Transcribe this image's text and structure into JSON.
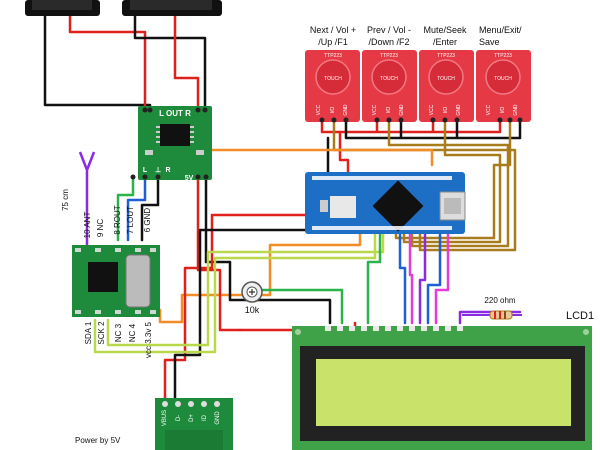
{
  "touch_buttons": [
    {
      "caption_lines": [
        "Next / Vol +",
        "/Up /F1"
      ],
      "chip": "TTP223",
      "pad": "TOUCH",
      "pins": [
        "VCC",
        "I/O",
        "GND"
      ]
    },
    {
      "caption_lines": [
        "Prev / Vol -",
        "/Down /F2"
      ],
      "chip": "TTP223",
      "pad": "TOUCH",
      "pins": [
        "VCC",
        "I/O",
        "GND"
      ]
    },
    {
      "caption_lines": [
        "Mute/Seek",
        "/Enter"
      ],
      "chip": "TTP223",
      "pad": "TOUCH",
      "pins": [
        "VCC",
        "I/O",
        "GND"
      ]
    },
    {
      "caption_lines": [
        "Menu/Exit/",
        "Save"
      ],
      "chip": "TTP223",
      "pad": "TOUCH",
      "pins": [
        "VCC",
        "I/O",
        "GND"
      ]
    }
  ],
  "amplifier": {
    "top_label": "L OUT R",
    "left_label": "L",
    "gnd_label": "⊥",
    "right_label": "R",
    "power_label": "5V"
  },
  "radio_module": {
    "antenna_length": "75 cm",
    "top_pins": [
      "10 ANT",
      "9 NC",
      "8 ROUT",
      "7 LOUT",
      "6 GND"
    ],
    "bottom_pins": [
      "SDA 1",
      "SCK 2",
      "NC 3",
      "NC 4",
      "vcc 3.3v 5"
    ]
  },
  "potentiometer_label": "10k",
  "resistor_label": "220 ohm",
  "lcd_label": "LCD1",
  "power_label": "Power by 5V",
  "usb_pins": [
    "VBUS",
    "D-",
    "D+",
    "ID",
    "GND"
  ],
  "colors": {
    "wire_red": "#e0201c",
    "wire_black": "#111111",
    "wire_orange": "#f28c28",
    "wire_olive": "#a87c1c",
    "wire_green": "#2ab34a",
    "wire_blue": "#1f5fd6",
    "wire_purple": "#8a2be2",
    "wire_magenta": "#e23cd6",
    "wire_yellowgreen": "#b9d84a",
    "touch_red": "#e63946",
    "pcb_green": "#1e8a3c",
    "nano_blue": "#1d6fc6",
    "lcd_screen": "#c9e26a",
    "lcd_board": "#3fa148"
  }
}
